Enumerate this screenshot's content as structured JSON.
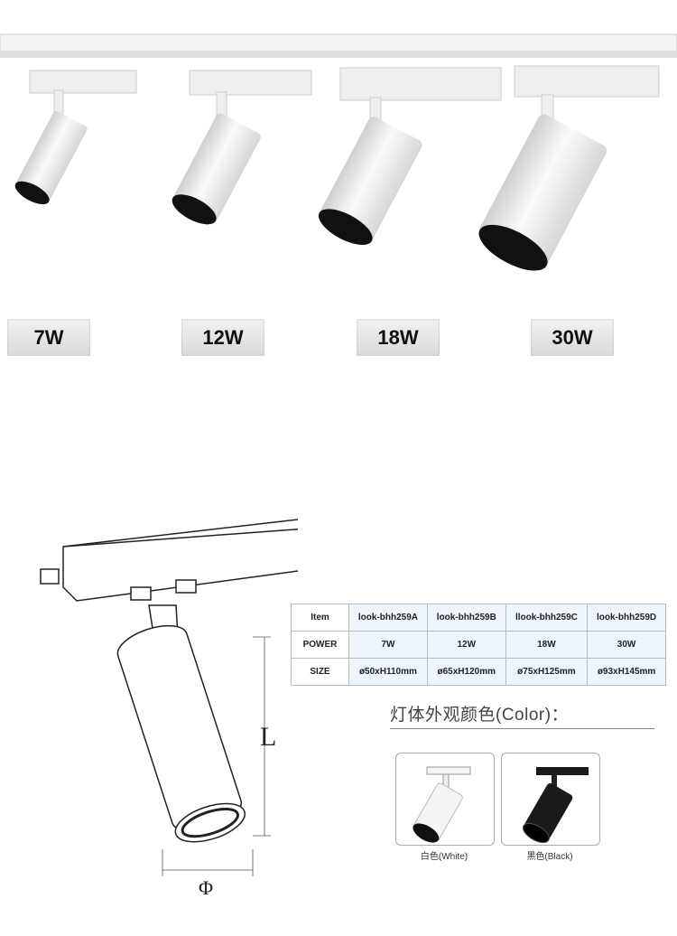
{
  "variants": [
    {
      "power_label": "7W"
    },
    {
      "power_label": "12W"
    },
    {
      "power_label": "18W"
    },
    {
      "power_label": "30W"
    }
  ],
  "drawing": {
    "length_symbol": "L",
    "diameter_symbol": "Φ"
  },
  "spec_table": {
    "headers": [
      "Item",
      "look-bhh259A",
      "look-bhh259B",
      "llook-bhh259C",
      "look-bhh259D"
    ],
    "rows": [
      [
        "POWER",
        "7W",
        "12W",
        "18W",
        "30W"
      ],
      [
        "SIZE",
        "ø50xH110mm",
        "ø65xH120mm",
        "ø75xH125mm",
        "ø93xH145mm"
      ]
    ]
  },
  "color_section": {
    "title": "灯体外观颜色(Color)：",
    "options": [
      {
        "label": "白色(White)",
        "color": "#f4f4f4"
      },
      {
        "label": "黑色(Black)",
        "color": "#1a1a1a"
      }
    ]
  }
}
